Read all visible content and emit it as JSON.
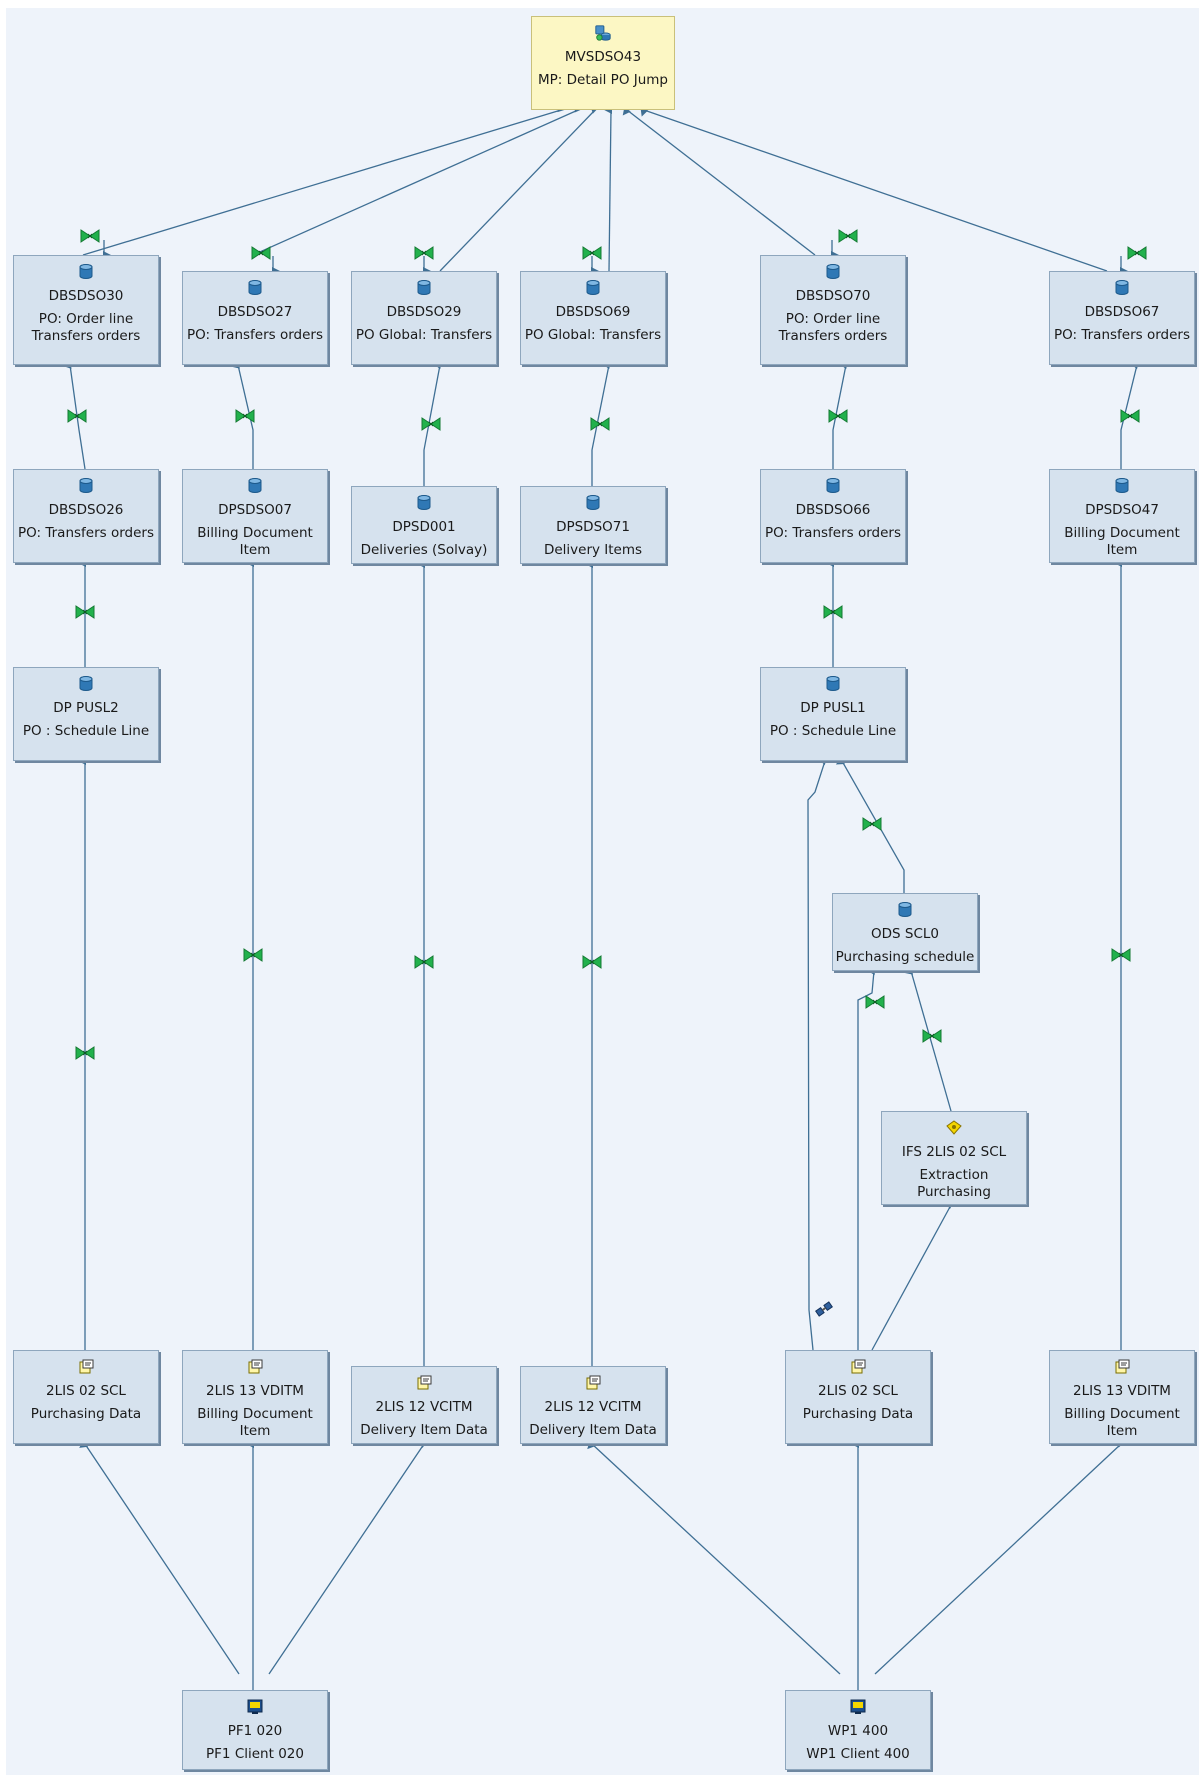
{
  "nodes": {
    "mvsdso43": {
      "name": "MVSDSO43",
      "desc": "MP: Detail PO Jump",
      "icon": "multiprovider-icon"
    },
    "dbsdso30": {
      "name": "DBSDSO30",
      "desc": "PO: Order line\nTransfers orders",
      "icon": "dso-icon"
    },
    "dbsdso27": {
      "name": "DBSDSO27",
      "desc": "PO: Transfers orders",
      "icon": "dso-icon"
    },
    "dbsdso29": {
      "name": "DBSDSO29",
      "desc": "PO Global: Transfers",
      "icon": "dso-icon"
    },
    "dbsdso69": {
      "name": "DBSDSO69",
      "desc": "PO Global: Transfers",
      "icon": "dso-icon"
    },
    "dbsdso70": {
      "name": "DBSDSO70",
      "desc": "PO: Order line\nTransfers orders",
      "icon": "dso-icon"
    },
    "dbsdso67": {
      "name": "DBSDSO67",
      "desc": "PO: Transfers orders",
      "icon": "dso-icon"
    },
    "dbsdso26": {
      "name": "DBSDSO26",
      "desc": "PO: Transfers orders",
      "icon": "dso-icon"
    },
    "dpsdso07": {
      "name": "DPSDSO07",
      "desc": "Billing Document Item",
      "icon": "dso-icon"
    },
    "dpsd001": {
      "name": "DPSD001",
      "desc": "Deliveries (Solvay)",
      "icon": "dso-icon"
    },
    "dpsdso71": {
      "name": "DPSDSO71",
      "desc": "Delivery Items",
      "icon": "dso-icon"
    },
    "dbsdso66": {
      "name": "DBSDSO66",
      "desc": "PO: Transfers orders",
      "icon": "dso-icon"
    },
    "dpsdso47": {
      "name": "DPSDSO47",
      "desc": "Billing Document Item",
      "icon": "dso-icon"
    },
    "dp_pusl2": {
      "name": "DP  PUSL2",
      "desc": "PO : Schedule Line",
      "icon": "dso-icon"
    },
    "dp_pusl1": {
      "name": "DP  PUSL1",
      "desc": "PO : Schedule Line",
      "icon": "dso-icon"
    },
    "ods_scl0": {
      "name": "ODS  SCL0",
      "desc": "Purchasing schedule",
      "icon": "dso-icon"
    },
    "ifs_scl": {
      "name": "IFS  2LIS  02  SCL",
      "desc": "Extraction Purchasing",
      "icon": "infosource-icon"
    },
    "ds_scl_a": {
      "name": "2LIS  02  SCL",
      "desc": "Purchasing Data",
      "icon": "datasource-icon"
    },
    "ds_vditm_a": {
      "name": "2LIS  13  VDITM",
      "desc": "Billing Document Item",
      "icon": "datasource-icon"
    },
    "ds_vcitm_a": {
      "name": "2LIS  12  VCITM",
      "desc": "Delivery Item Data",
      "icon": "datasource-icon"
    },
    "ds_vcitm_b": {
      "name": "2LIS  12  VCITM",
      "desc": "Delivery Item Data",
      "icon": "datasource-icon"
    },
    "ds_scl_b": {
      "name": "2LIS  02  SCL",
      "desc": "Purchasing Data",
      "icon": "datasource-icon"
    },
    "ds_vditm_b": {
      "name": "2LIS  13  VDITM",
      "desc": "Billing Document Item",
      "icon": "datasource-icon"
    },
    "pf1": {
      "name": "PF1  020",
      "desc": "PF1 Client 020",
      "icon": "source-system-icon"
    },
    "wp1": {
      "name": "WP1  400",
      "desc": "WP1 Client 400",
      "icon": "source-system-icon"
    }
  },
  "colors": {
    "edge": "#3f6f94",
    "transformation": "#22b14c",
    "node_fill": "#d6e2ee",
    "root_fill": "#fcf7c4",
    "canvas": "#eef3fa"
  }
}
